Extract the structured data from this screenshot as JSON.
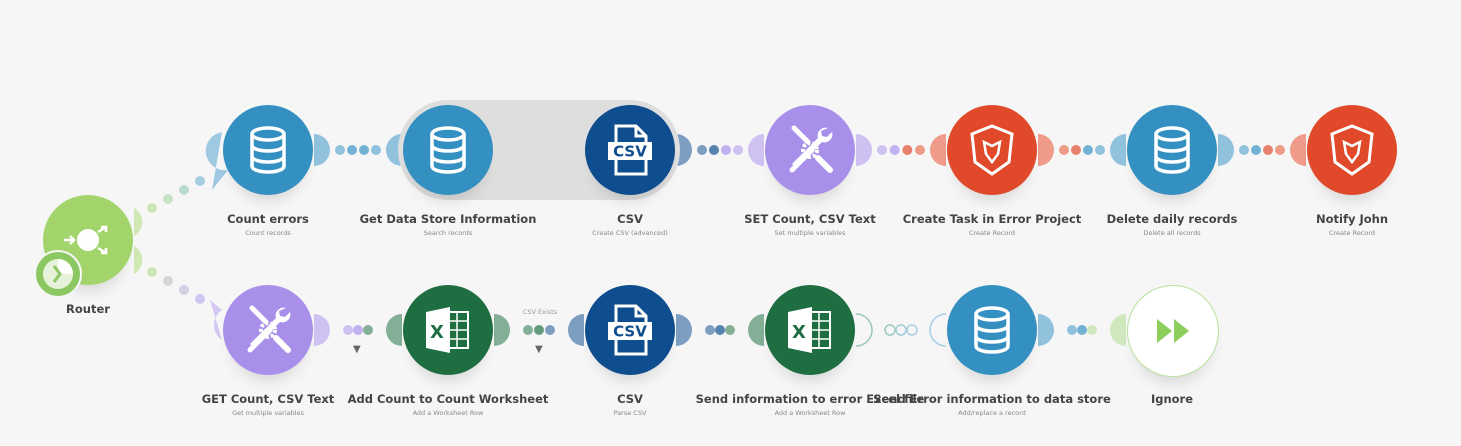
{
  "scenario": {
    "router": {
      "label": "Router",
      "color": "#a3d46c"
    },
    "top_route": [
      {
        "label": "Count errors",
        "sub": "Count records",
        "type": "datastore",
        "color": "#3590c2"
      },
      {
        "label": "Get Data Store Information",
        "sub": "Search records",
        "type": "datastore",
        "color": "#3590c2"
      },
      {
        "label": "CSV",
        "sub": "Create CSV (advanced)",
        "type": "csv",
        "color": "#0f4e8e"
      },
      {
        "label": "SET Count, CSV Text",
        "sub": "Set multiple variables",
        "type": "tools",
        "color": "#a890ea"
      },
      {
        "label": "Create Task in Error Project",
        "sub": "Create Record",
        "type": "lion",
        "color": "#e04a2b"
      },
      {
        "label": "Delete daily records",
        "sub": "Delete all records",
        "type": "datastore",
        "color": "#3590c2"
      },
      {
        "label": "Notify John",
        "sub": "Create Record",
        "type": "lion",
        "color": "#e04a2b"
      }
    ],
    "bottom_route": [
      {
        "label": "GET Count, CSV Text",
        "sub": "Get multiple variables",
        "type": "tools",
        "color": "#a890ea"
      },
      {
        "label": "Add Count to Count Worksheet",
        "sub": "Add a Worksheet Row",
        "type": "excel",
        "color": "#1e6e41"
      },
      {
        "label": "CSV",
        "sub": "Parse CSV",
        "type": "csv",
        "color": "#0f4e8e"
      },
      {
        "label": "Send information to error Excel file",
        "sub": "Add a Worksheet Row",
        "type": "excel",
        "color": "#1e6e41"
      },
      {
        "label": "Send Error information to data store",
        "sub": "Add/replace a record",
        "type": "datastore",
        "color": "#3590c2"
      },
      {
        "label": "Ignore",
        "sub": "",
        "type": "ignore",
        "color": "#8ccf5c"
      }
    ],
    "filters": [
      {
        "label": "CSV Exists"
      }
    ],
    "csv_logo_text": "CSV",
    "excel_logo_text": "X"
  }
}
